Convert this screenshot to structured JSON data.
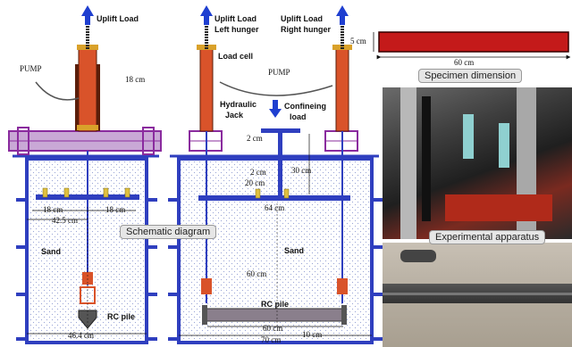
{
  "labels": {
    "uplift_load": "Uplift Load",
    "uplift_left": "Uplift Load",
    "left_hunger": "Left hunger",
    "uplift_right": "Uplift Load",
    "right_hunger": "Right hunger",
    "pump_left": "PUMP",
    "pump_right": "PUMP",
    "load_cell": "Load cell",
    "hydraulic": "Hydraulic",
    "jack": "Jack",
    "confining": "Confineing",
    "load": "load",
    "sand_left": "Sand",
    "sand_right": "Sand",
    "rc_pile_left": "RC pile",
    "rc_pile_right": "RC pile"
  },
  "dimensions": {
    "d_18cm_top": "18 cm",
    "d_18cm_a": "18 cm",
    "d_18cm_b": "18 cm",
    "d_42_5cm": "42.5 cm",
    "d_46_4cm": "46.4 cm",
    "d_2cm_a": "2 cm",
    "d_2cm_b": "2 cm",
    "d_30cm": "30 cm",
    "d_20cm": "20 cm",
    "d_64cm": "64 cm",
    "d_60cm_v": "60 cm",
    "d_60cm_h": "60 cm",
    "d_10cm": "10 cm",
    "d_70cm": "70 cm",
    "spec_5cm": "5 cm",
    "spec_60cm": "60 cm"
  },
  "captions": {
    "schematic": "Schematic diagram",
    "specimen": "Specimen dimension",
    "apparatus": "Experimental apparatus"
  },
  "colors": {
    "frame_blue": "#2f3fbf",
    "rod_orange": "#d9532a",
    "purple": "#8a2b9e",
    "specimen_red": "#c41a1a",
    "arrow_blue": "#1f3fd0"
  }
}
